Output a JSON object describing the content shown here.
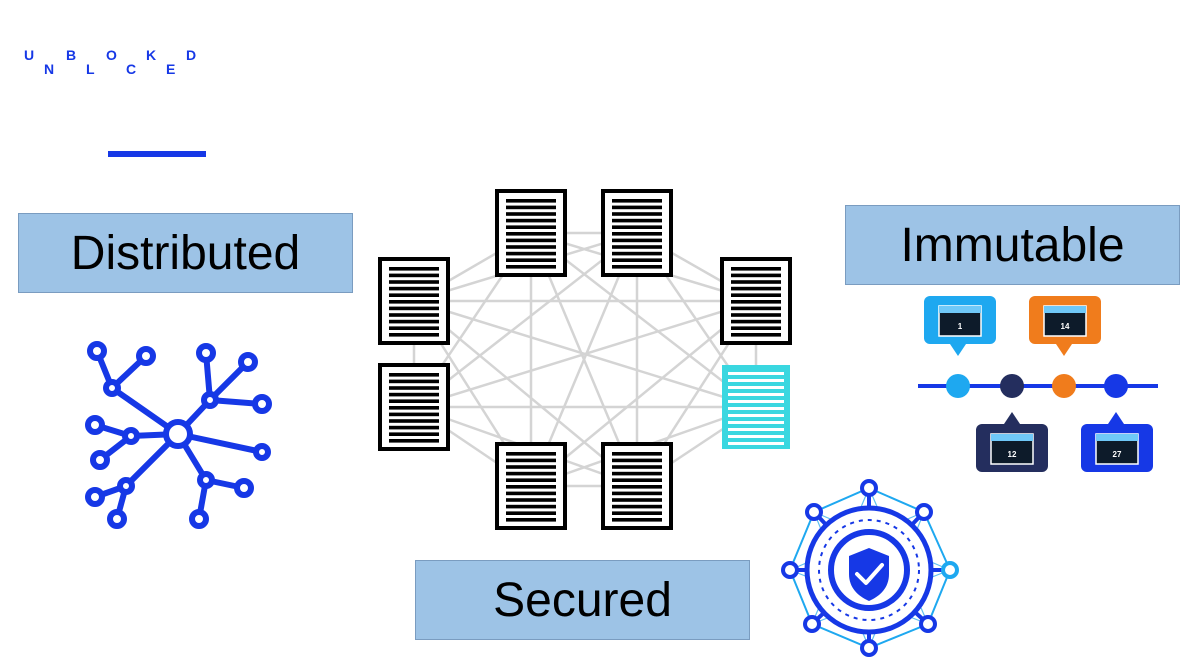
{
  "logo": {
    "letters": [
      "U",
      "N",
      "B",
      "L",
      "O",
      "C",
      "K",
      "E",
      "D"
    ]
  },
  "labels": {
    "distributed": "Distributed",
    "immutable": "Immutable",
    "secured": "Secured"
  },
  "timeline": {
    "dates": [
      "1",
      "14",
      "12",
      "27"
    ]
  },
  "colors": {
    "brand_blue": "#1638e6",
    "label_fill": "#9dc3e6",
    "node_cyan": "#3ad7e0",
    "orange": "#f07c1c",
    "navy": "#242e5e",
    "sky": "#1ea8f0"
  }
}
